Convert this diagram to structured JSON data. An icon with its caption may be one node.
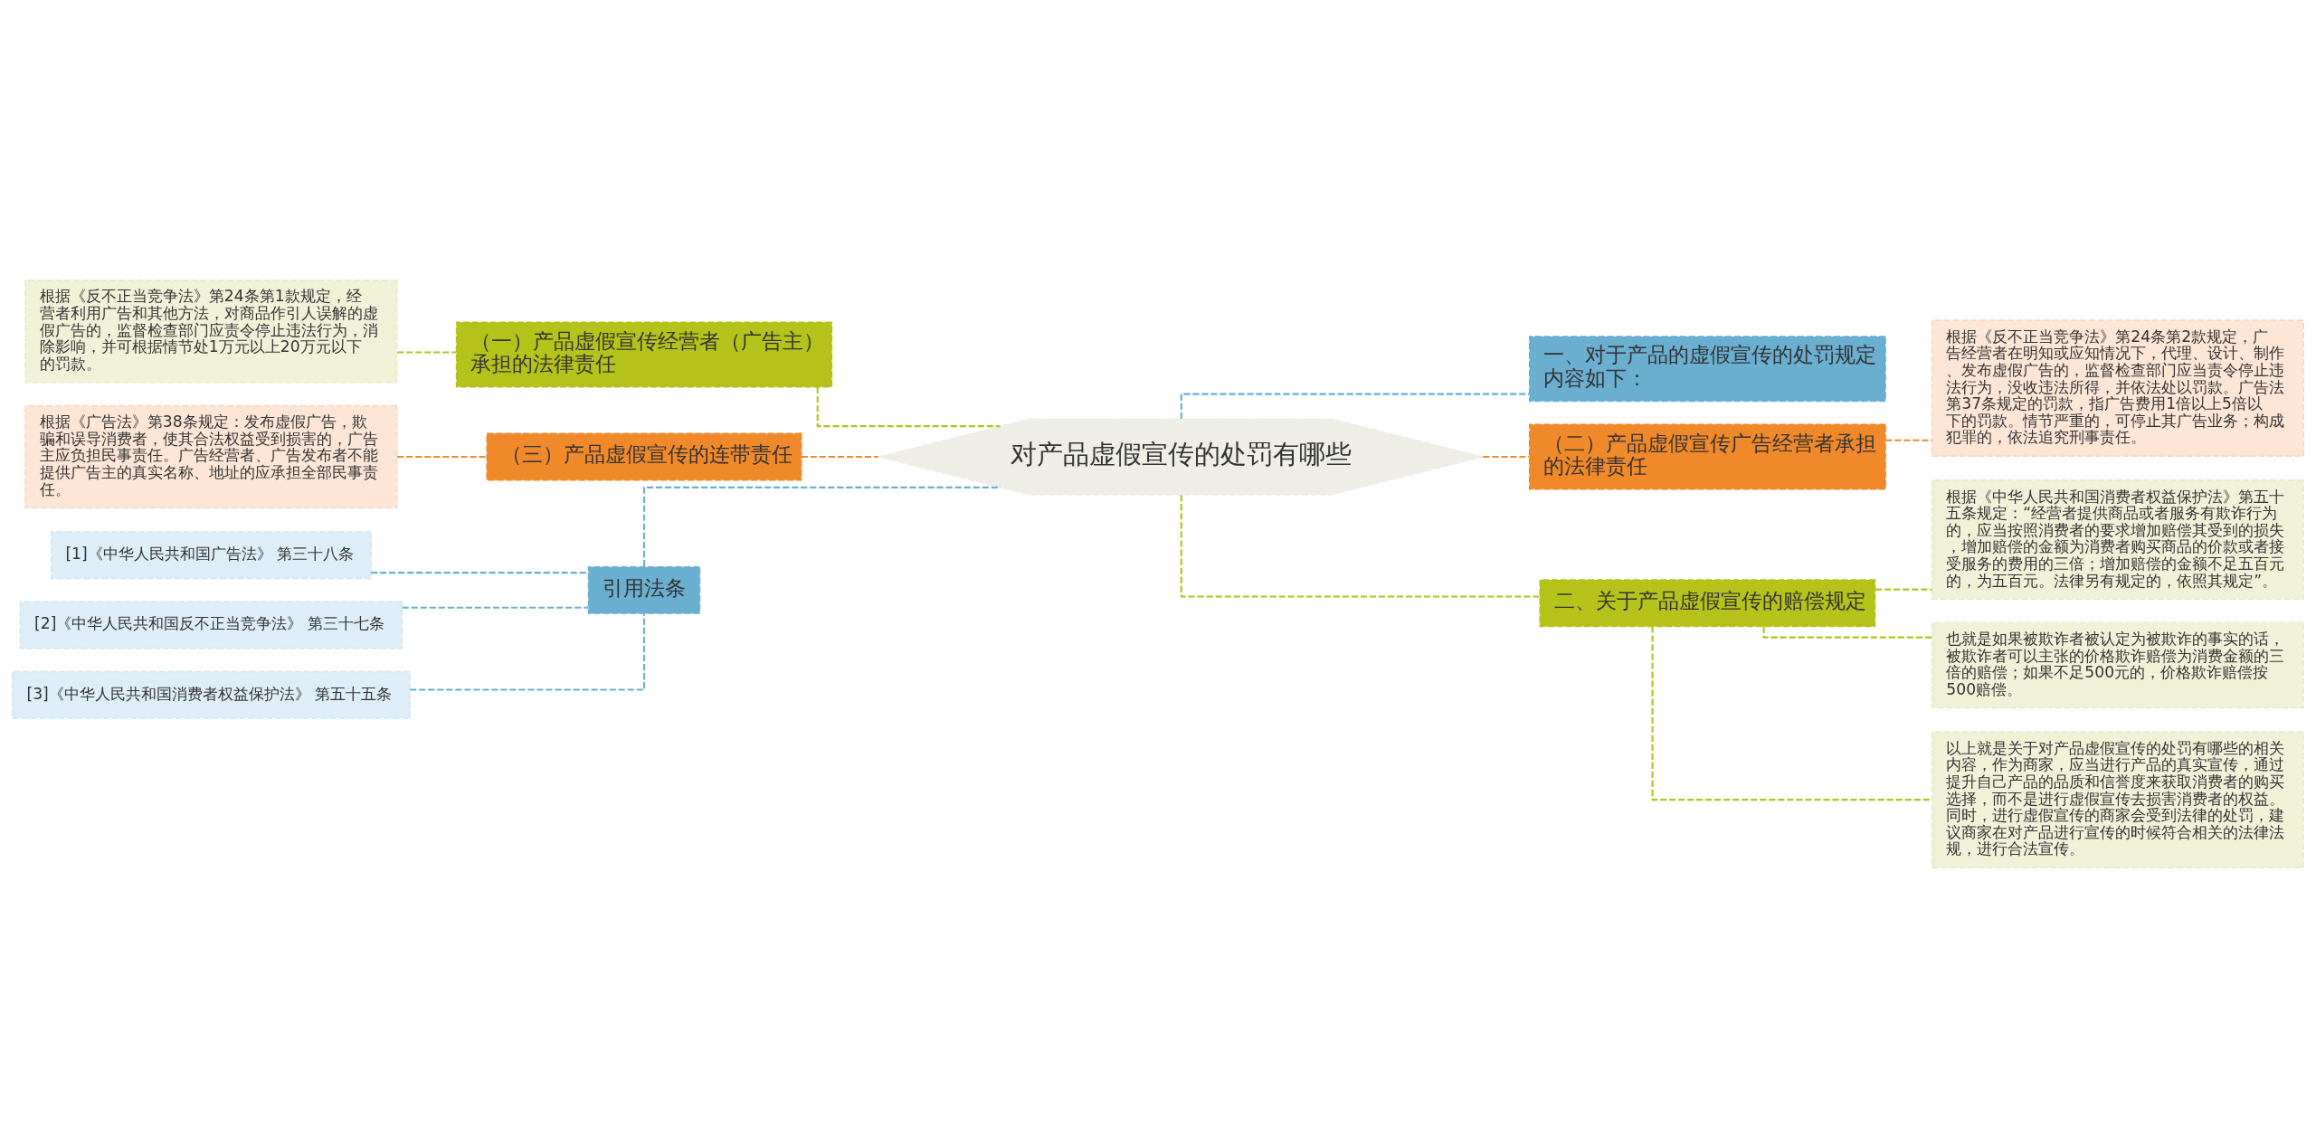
{
  "diagram": {
    "nodes": [
      {
        "text": [
          "对产品虚假宣传的处罚有哪些"
        ]
      },
      {
        "text": [
          "（一）产品虚假宣传经营者（广告主）承担的法律责任"
        ]
      },
      {
        "text": [
          "根据《反不正当竞争法》第24条第1款规定，经营者利用广告和其他方法，对商品作引人误解的虚假广告的，监督检查部门应责令停止违法行为，消除影响，并可根据情节处1万元以上20万元以下的罚款。"
        ]
      },
      {
        "text": [
          "（三）产品虚假宣传的连带责任"
        ]
      },
      {
        "text": [
          "根据《广告法》第38条规定：发布虚假广告，欺骗和误导消费者，使其合法权益受到损害的，广告主应负担民事责任。广告经营者、广告发布者不能提供广告主的真实名称、地址的应承担全部民事责任。"
        ]
      },
      {
        "text": [
          "引用法条"
        ]
      },
      {
        "text": [
          "[1]《中华人民共和国广告法》 第三十八条"
        ]
      },
      {
        "text": [
          "[2]《中华人民共和国反不正当竞争法》 第三十七条"
        ]
      },
      {
        "text": [
          "[3]《中华人民共和国消费者权益保护法》 第五十五条"
        ]
      },
      {
        "text": [
          "一、对于产品的虚假宣传的处罚规定内容如下："
        ]
      },
      {
        "text": [
          "（二）产品虚假宣传广告经营者承担的法律责任"
        ]
      },
      {
        "text": [
          "根据《反不正当竞争法》第24条第2款规定，广告经营者在明知或应知情况下，代理、设计、制作、发布虚假广告的，监督检查部门应当责令停止违法行为，没收违法所得，并依法处以罚款。广告法第37条规定的罚款，指广告费用1倍以上5倍以下的罚款。情节严重的，可停止其广告业务；构成犯罪的，依法追究刑事责任。"
        ]
      },
      {
        "text": [
          "二、关于产品虚假宣传的赔偿规定"
        ]
      },
      {
        "text": [
          "根据《中华人民共和国消费者权益保护法》第五十五条规定：“经营者提供商品或者服务有欺诈行为的，应当按照消费者的要求增加赔偿其受到的损失，增加赔偿的金额为消费者购买商品的价款或者接受服务的费用的三倍；增加赔偿的金额不足五百元的，为五百元。法律另有规定的，依照其规定”。"
        ]
      },
      {
        "text": [
          "也就是如果被欺诈者被认定为被欺诈的事实的话，被欺诈者可以主张的价格欺诈赔偿为消费金额的三倍的赔偿；如果不足500元的，价格欺诈赔偿按500赔偿。"
        ]
      },
      {
        "text": [
          "以上就是关于对产品虚假宣传的处罚有哪些的相关内容，作为商家，应当进行产品的真实宣传，通过提升自己产品的品质和信誉度来获取消费者的购买选择，而不是进行虚假宣传去损害消费者的权益。同时，进行虚假宣传的商家会受到法律的处罚，建议商家在对产品进行宣传的时候符合相关的法律法规，进行合法宣传。"
        ]
      }
    ],
    "edges": [
      {
        "from": 0,
        "to": 1,
        "arrow": "none",
        "style": "dashed"
      },
      {
        "from": 1,
        "to": 2,
        "arrow": "none",
        "style": "dashed"
      },
      {
        "from": 0,
        "to": 3,
        "arrow": "none",
        "style": "dashed",
        "color": "#f0892a"
      },
      {
        "from": 3,
        "to": 4,
        "arrow": "none",
        "style": "dashed",
        "color": "#f0892a"
      },
      {
        "from": 0,
        "to": 5,
        "arrow": "none",
        "style": "dashed",
        "color": "#6aaed0"
      },
      {
        "from": 5,
        "to": 6,
        "arrow": "none",
        "style": "dashed",
        "color": "#6aaed0"
      },
      {
        "from": 5,
        "to": 7,
        "arrow": "none",
        "style": "dashed",
        "color": "#6aaed0"
      },
      {
        "from": 5,
        "to": 8,
        "arrow": "none",
        "style": "dashed",
        "color": "#6aaed0"
      },
      {
        "from": 0,
        "to": 9,
        "arrow": "none",
        "style": "dashed",
        "color": "#6aaed0"
      },
      {
        "from": 0,
        "to": 10,
        "arrow": "none",
        "style": "dashed",
        "color": "#f0892a"
      },
      {
        "from": 10,
        "to": 11,
        "arrow": "none",
        "style": "dashed",
        "color": "#f0892a"
      },
      {
        "from": 0,
        "to": 12,
        "arrow": "none",
        "style": "dashed"
      },
      {
        "from": 12,
        "to": 13,
        "arrow": "none",
        "style": "dashed"
      },
      {
        "from": 12,
        "to": 14,
        "arrow": "none",
        "style": "dashed"
      },
      {
        "from": 12,
        "to": 15,
        "arrow": "none",
        "style": "dashed"
      }
    ]
  }
}
